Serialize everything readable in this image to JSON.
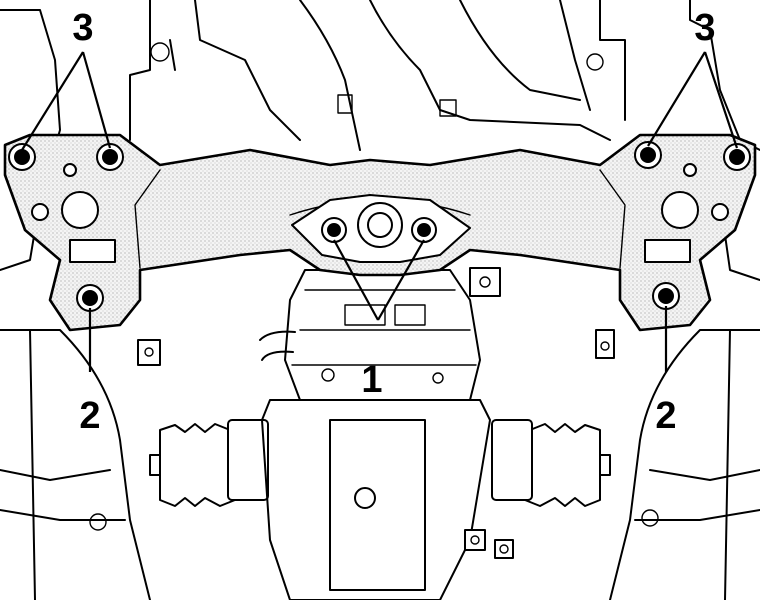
{
  "diagram": {
    "callouts": [
      {
        "id": "callout-1",
        "label": "1"
      },
      {
        "id": "callout-2-left",
        "label": "2"
      },
      {
        "id": "callout-2-right",
        "label": "2"
      },
      {
        "id": "callout-3-left",
        "label": "3"
      },
      {
        "id": "callout-3-right",
        "label": "3"
      }
    ],
    "colors": {
      "ink": "#000000",
      "paper": "#ffffff",
      "stipple": "#9a9a9a"
    },
    "parts": [
      "front-subframe",
      "subframe-bolts",
      "steering-rack",
      "gearbox",
      "drive-shafts",
      "cv-boots"
    ]
  }
}
